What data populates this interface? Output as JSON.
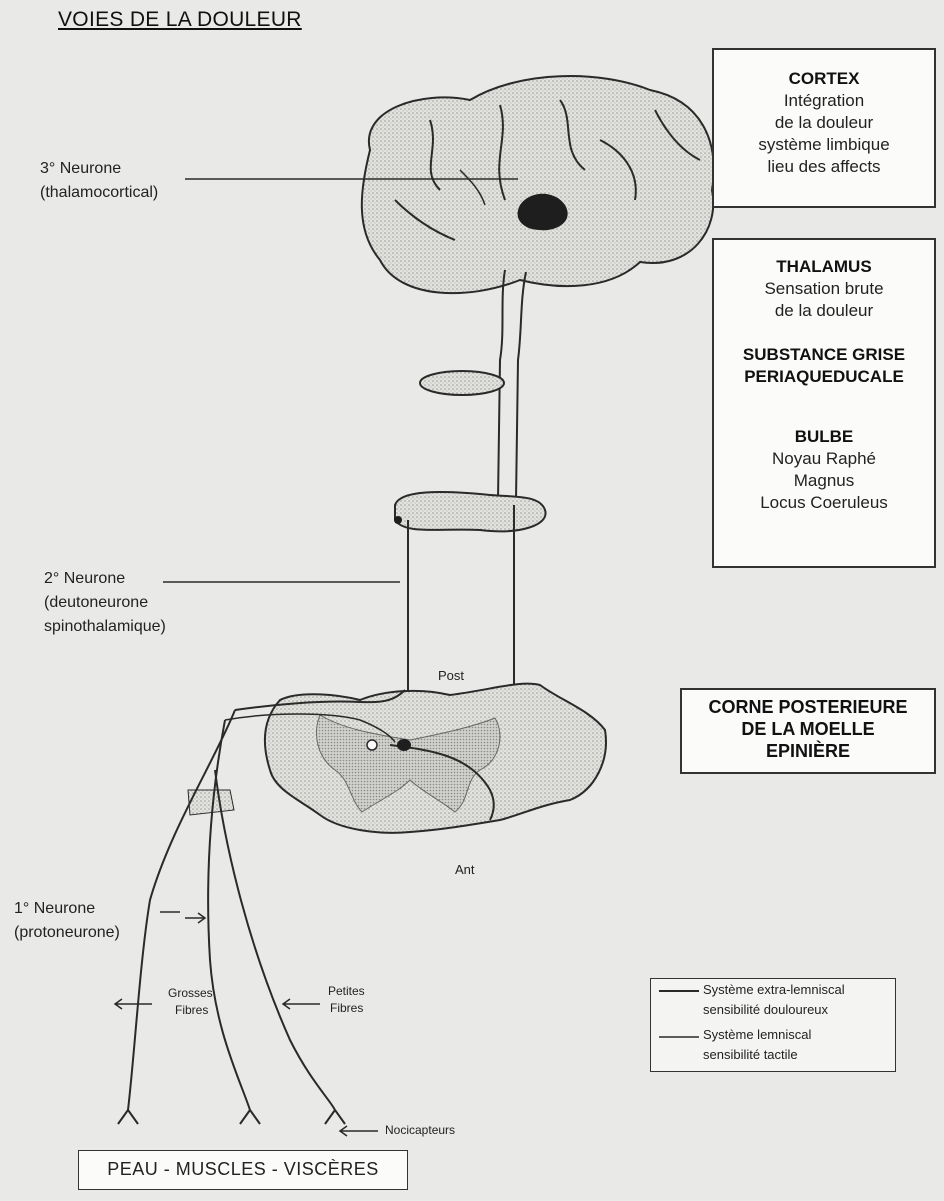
{
  "title": "VOIES DE LA DOULEUR",
  "right_boxes": {
    "cortex": [
      "CORTEX",
      "Intégration",
      "de la douleur",
      "système limbique",
      "lieu des affects"
    ],
    "lower": [
      [
        "THALAMUS",
        "Sensation brute",
        "de la douleur"
      ],
      [
        "SUBSTANCE GRISE",
        "PERIAQUEDUCALE"
      ],
      [
        "BULBE",
        "Noyau Raphé",
        "Magnus",
        "Locus Coeruleus"
      ]
    ],
    "corne": [
      "CORNE POSTERIEURE",
      "DE LA MOELLE",
      "EPINIÈRE"
    ]
  },
  "neurons": {
    "third": [
      "3° Neurone",
      "(thalamocortical)"
    ],
    "second": [
      "2° Neurone",
      "(deutoneurone",
      "spinothalamique)"
    ],
    "first": [
      "1° Neurone",
      "(protoneurone)"
    ]
  },
  "labels": {
    "post": "Post",
    "ant": "Ant",
    "grosses_fibres": [
      "Grosses",
      "Fibres"
    ],
    "petites_fibres": [
      "Petites",
      "Fibres"
    ],
    "nociceptors": "Nocicapteurs",
    "bottom_box": "PEAU - MUSCLES - VISCÈRES"
  },
  "legend": {
    "items": [
      [
        "Système extra-lemniscal",
        "sensibilité douloureux"
      ],
      [
        "Système lemniscal",
        "sensibilité tactile"
      ]
    ]
  },
  "colors": {
    "brain_fill": "#d6d6d3",
    "stroke": "#2a2a2a",
    "background": "#e9e9e7"
  }
}
